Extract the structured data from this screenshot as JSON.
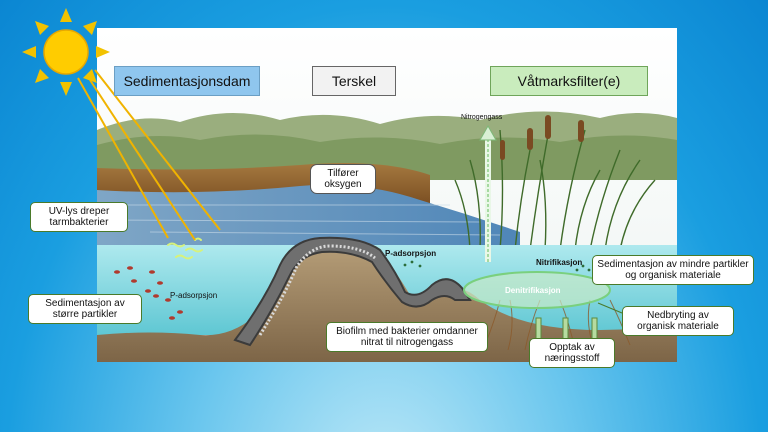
{
  "headers": {
    "sedimentation_pond": "Sedimentasjonsdam",
    "threshold": "Terskel",
    "wetland_filter": "Våtmarksfilter(e)"
  },
  "labels": {
    "nitrogen_gas": "Nitrogengass",
    "adds_oxygen": "Tilfører oksygen",
    "uv_light": "UV-lys dreper tarmbakterier",
    "sedimentation_large": "Sedimentasjon av større partikler",
    "p_adsorption_left": "P-adsorpsjon",
    "p_adsorption_middle": "P-adsorpsjon",
    "nitrification": "Nitrifikasjon",
    "denitrification": "Denitrifikasjon",
    "sedimentation_small": "Sedimentasjon av mindre partikler og organisk materiale",
    "decomposition": "Nedbryting av organisk materiale",
    "biofilm": "Biofilm med bakterier omdanner nitrat til nitrogengass",
    "nutrient_uptake": "Opptak av næringsstoff"
  },
  "colors": {
    "sedimentation_header": "#8fc6ee",
    "threshold_header": "#f2f2f2",
    "wetland_header": "#c9ecbd",
    "water": "#9fe3ea",
    "sun": "#ffcc00"
  }
}
